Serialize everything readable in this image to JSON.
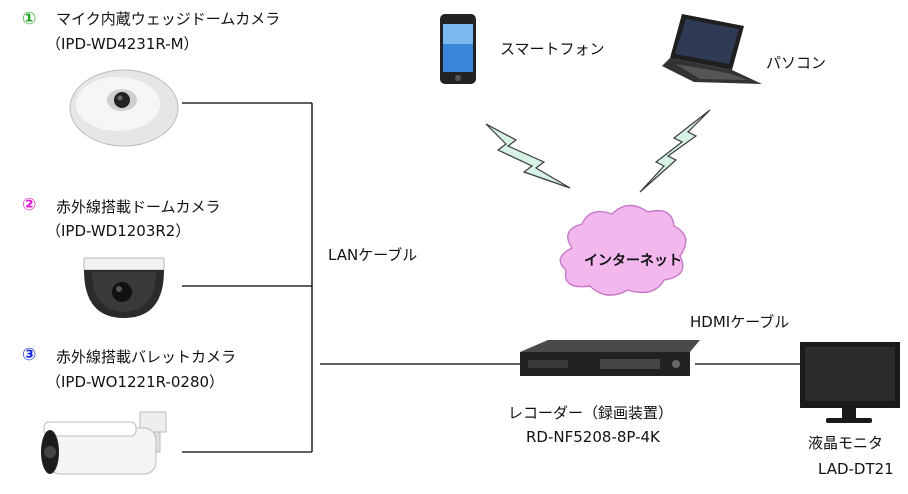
{
  "colors": {
    "num1": "#2aa52a",
    "num2": "#e020d0",
    "num3": "#1a2ee0",
    "cloud": "#f2b8ee",
    "cloud_edge": "#c878c8",
    "bolt": "#d6f2e4",
    "line": "#000000"
  },
  "cameras": [
    {
      "num": "①",
      "name": "マイク内蔵ウェッジドームカメラ",
      "model": "（IPD-WD4231R-M）"
    },
    {
      "num": "②",
      "name": "赤外線搭載ドームカメラ",
      "model": "（IPD-WD1203R2）"
    },
    {
      "num": "③",
      "name": "赤外線搭載バレットカメラ",
      "model": "（IPD-WO1221R-0280）"
    }
  ],
  "labels": {
    "lan_cable": "LANケーブル",
    "hdmi_cable": "HDMIケーブル",
    "internet": "インターネット",
    "smartphone": "スマートフォン",
    "pc": "パソコン"
  },
  "recorder": {
    "name": "レコーダー（録画装置）",
    "model": "RD-NF5208-8P-4K"
  },
  "monitor": {
    "name": "液晶モニタ",
    "model": "LAD-DT21"
  }
}
